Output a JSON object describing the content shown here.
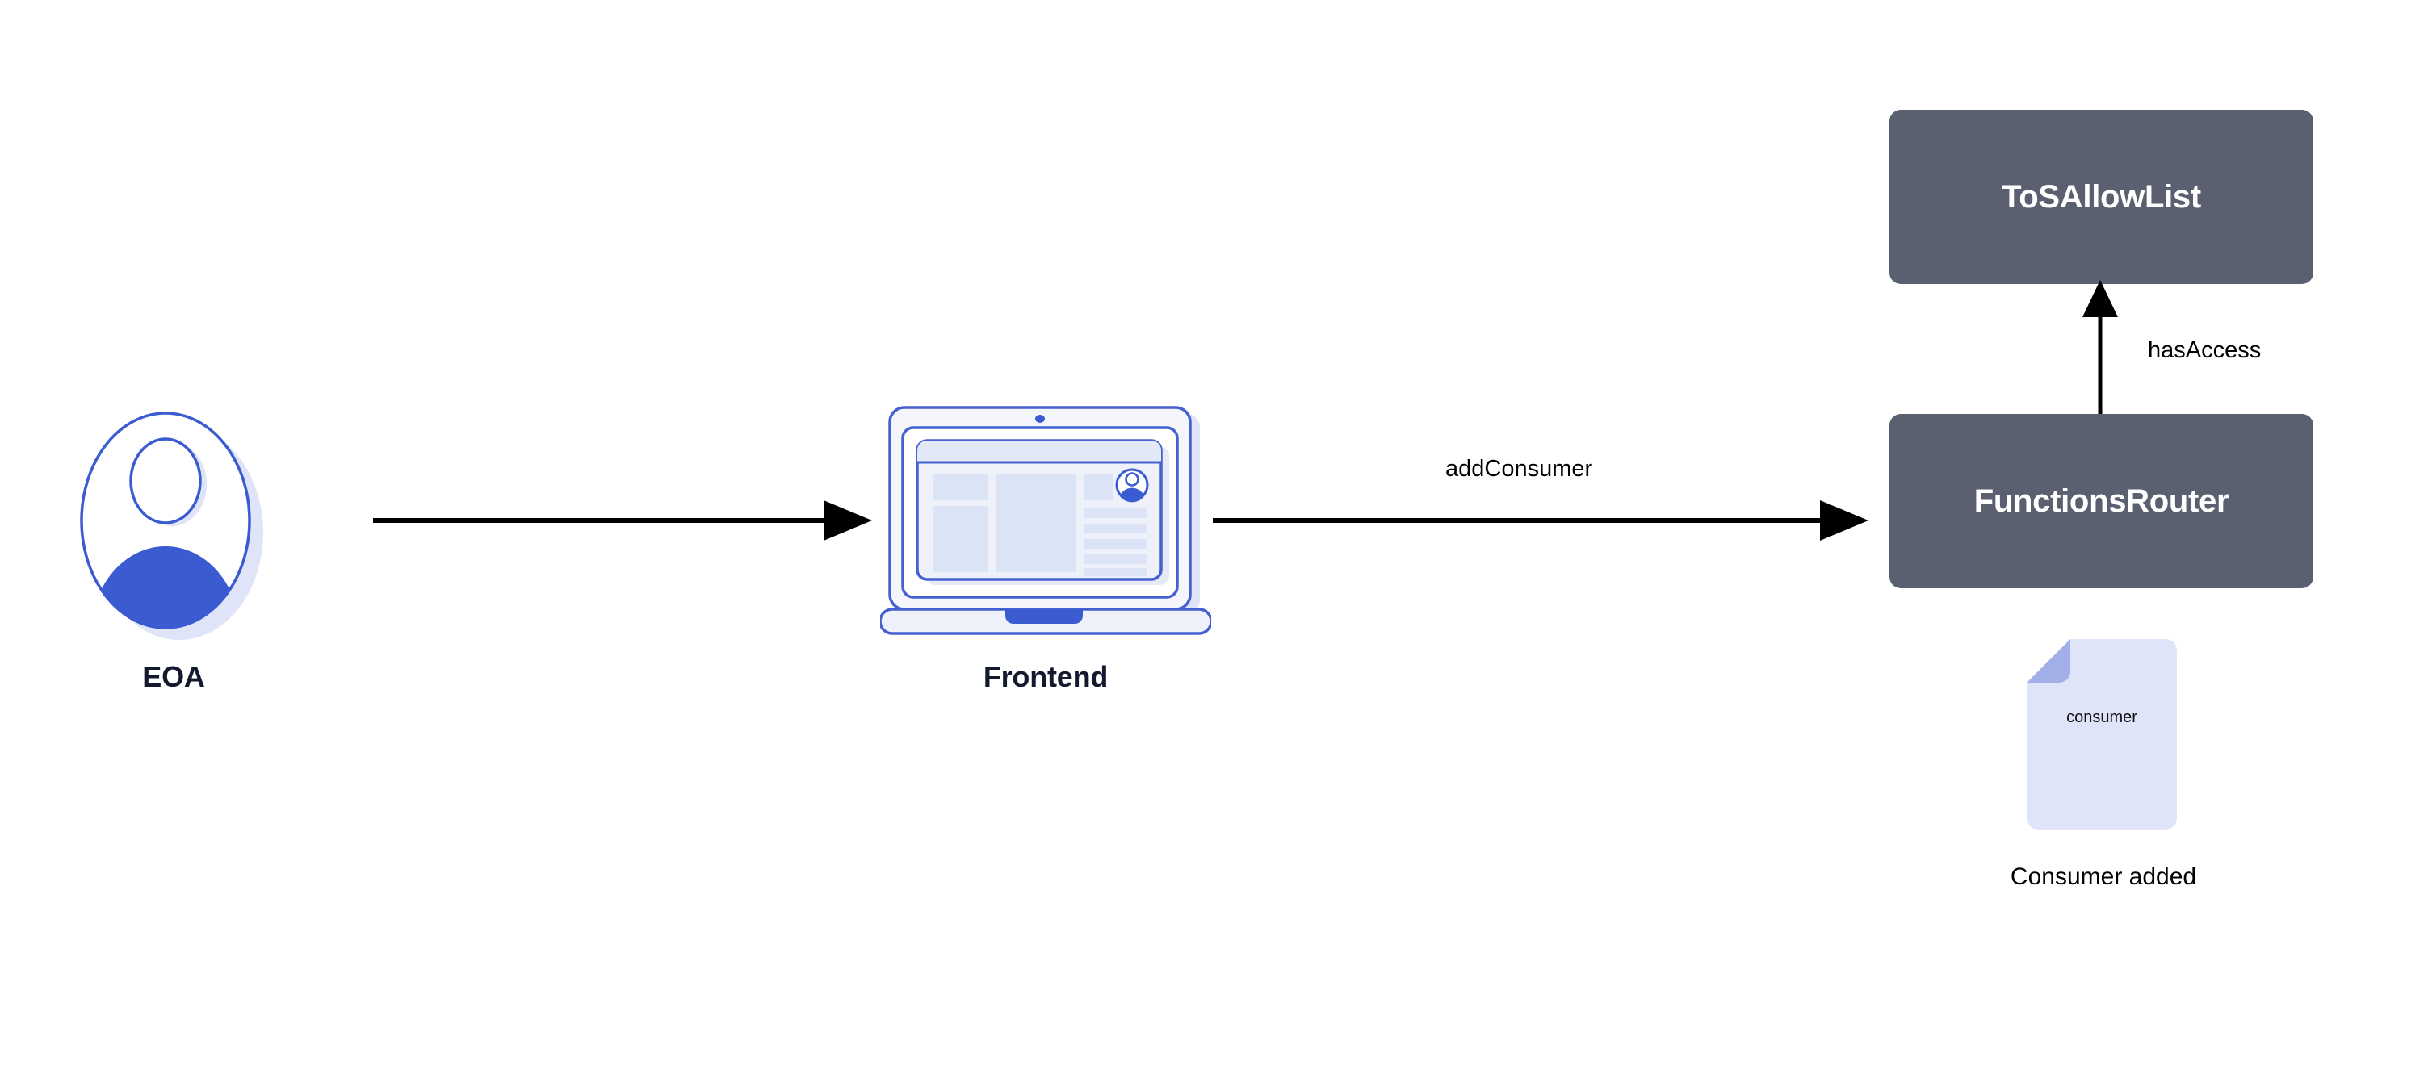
{
  "diagram": {
    "type": "flow-diagram",
    "background_color": "#ffffff",
    "palette": {
      "contract_box_fill": "#5b6070",
      "contract_box_text": "#ffffff",
      "node_label_text": "#131a2e",
      "edge_stroke": "#000000",
      "accent_blue": "#3b5bd0",
      "outline_blue": "#4560cf",
      "pale_blue": "#dfe4f8",
      "fold_periwinkle": "#a3b0e8",
      "screen_block": "#dbe3f6",
      "screen_bg": "#eef1fa"
    },
    "nodes": [
      {
        "id": "eoa",
        "label": "EOA",
        "icon": "user-avatar-icon",
        "kind": "actor"
      },
      {
        "id": "frontend",
        "label": "Frontend",
        "icon": "laptop-icon",
        "kind": "client"
      },
      {
        "id": "tos-allow-list",
        "label": "ToSAllowList",
        "kind": "contract"
      },
      {
        "id": "functions-router",
        "label": "FunctionsRouter",
        "kind": "contract"
      }
    ],
    "edges": [
      {
        "id": "eoa-to-frontend",
        "from": "eoa",
        "to": "frontend",
        "label": "",
        "direction": "right"
      },
      {
        "id": "frontend-to-router",
        "from": "frontend",
        "to": "functions-router",
        "label": "addConsumer",
        "direction": "right"
      },
      {
        "id": "router-to-allowlist",
        "from": "functions-router",
        "to": "tos-allow-list",
        "label": "hasAccess",
        "direction": "up"
      }
    ],
    "artifacts": [
      {
        "id": "consumer-document",
        "icon": "document-icon",
        "inner_text": "consumer",
        "caption": "Consumer added"
      }
    ]
  }
}
